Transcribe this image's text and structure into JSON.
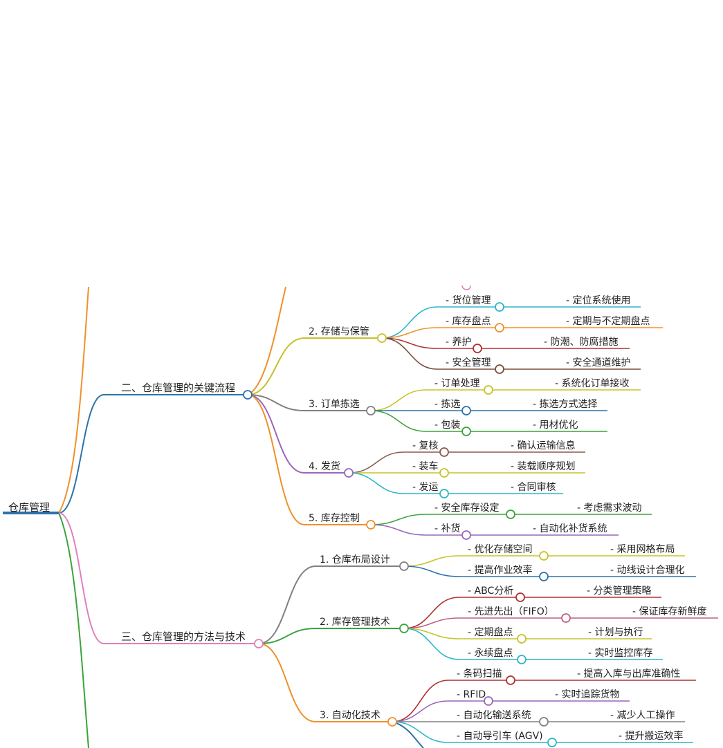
{
  "root": {
    "label": "仓库管理"
  },
  "branches": {
    "process": {
      "label": "二、仓库管理的关键流程",
      "color": "#2c72a8",
      "storage": {
        "label": "2. 存储与保管",
        "items": [
          {
            "label": "- 货位管理",
            "detail": "- 定位系统使用"
          },
          {
            "label": "- 库存盘点",
            "detail": "- 定期与不定期盘点"
          },
          {
            "label": "- 养护",
            "detail": "- 防潮、防腐措施"
          },
          {
            "label": "- 安全管理",
            "detail": "- 安全通道维护"
          }
        ]
      },
      "picking": {
        "label": "3. 订单拣选",
        "items": [
          {
            "label": "- 订单处理",
            "detail": "- 系统化订单接收"
          },
          {
            "label": "- 拣选",
            "detail": "- 拣选方式选择"
          },
          {
            "label": "- 包装",
            "detail": "- 用材优化"
          }
        ]
      },
      "shipping": {
        "label": "4. 发货",
        "items": [
          {
            "label": "- 复核",
            "detail": "- 确认运输信息"
          },
          {
            "label": "- 装车",
            "detail": "- 装载顺序规划"
          },
          {
            "label": "- 发运",
            "detail": "- 合同审核"
          }
        ]
      },
      "inventory": {
        "label": "5. 库存控制",
        "items": [
          {
            "label": "- 安全库存设定",
            "detail": "- 考虑需求波动"
          },
          {
            "label": "- 补货",
            "detail": "- 自动化补货系统"
          }
        ]
      }
    },
    "methods": {
      "label": "三、仓库管理的方法与技术",
      "color": "#e07fbd",
      "layout": {
        "label": "1. 仓库布局设计",
        "items": [
          {
            "label": "- 优化存储空间",
            "detail": "- 采用网格布局"
          },
          {
            "label": "- 提高作业效率",
            "detail": "- 动线设计合理化"
          }
        ]
      },
      "tech": {
        "label": "2. 库存管理技术",
        "items": [
          {
            "label": "- ABC分析",
            "detail": "- 分类管理策略"
          },
          {
            "label": "- 先进先出（FIFO）",
            "detail": "- 保证库存新鲜度"
          },
          {
            "label": "- 定期盘点",
            "detail": "- 计划与执行"
          },
          {
            "label": "- 永续盘点",
            "detail": "- 实时监控库存"
          }
        ]
      },
      "automation": {
        "label": "3. 自动化技术",
        "items": [
          {
            "label": "- 条码扫描",
            "detail": "- 提高入库与出库准确性"
          },
          {
            "label": "- RFID",
            "detail": "- 实时追踪货物"
          },
          {
            "label": "- 自动化输送系统",
            "detail": "- 减少人工操作"
          },
          {
            "label": "- 自动导引车 (AGV)",
            "detail": "- 提升搬运效率"
          }
        ]
      }
    }
  }
}
